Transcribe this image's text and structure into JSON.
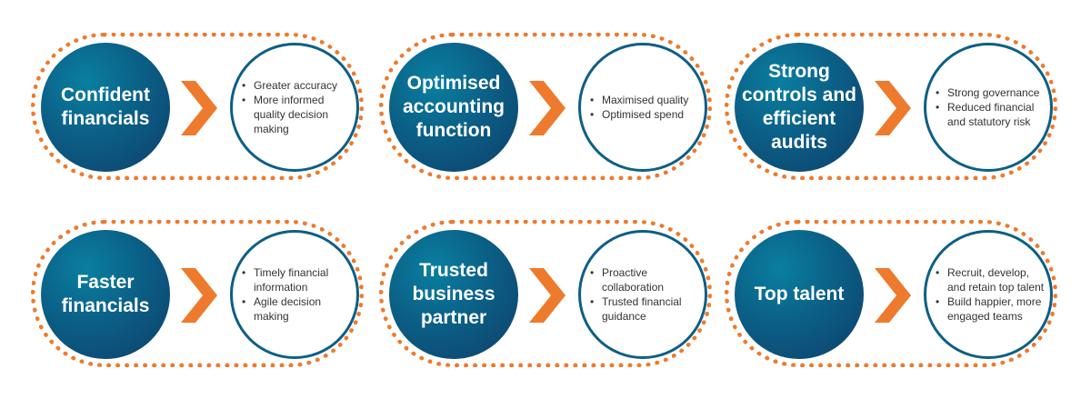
{
  "colors": {
    "accent_orange": "#ee7a2d",
    "badge_teal": "#0b6f93",
    "badge_navy": "#0e3f6a",
    "bubble_border": "#0d5f86"
  },
  "cards": [
    {
      "title": "Confident\nfinancials",
      "bullets": [
        "Greater accuracy",
        "More informed quality decision making"
      ]
    },
    {
      "title": "Optimised\naccounting\nfunction",
      "bullets": [
        "Maximised quality",
        "Optimised spend"
      ]
    },
    {
      "title": "Strong\ncontrols and\nefficient\naudits",
      "bullets": [
        "Strong governance",
        "Reduced financial and statutory risk"
      ]
    },
    {
      "title": "Faster\nfinancials",
      "bullets": [
        "Timely financial information",
        "Agile decision making"
      ]
    },
    {
      "title": "Trusted\nbusiness\npartner",
      "bullets": [
        "Proactive collaboration",
        "Trusted financial guidance"
      ]
    },
    {
      "title": "Top talent",
      "bullets": [
        "Recruit, develop, and retain top talent",
        "Build happier, more engaged teams"
      ]
    }
  ]
}
